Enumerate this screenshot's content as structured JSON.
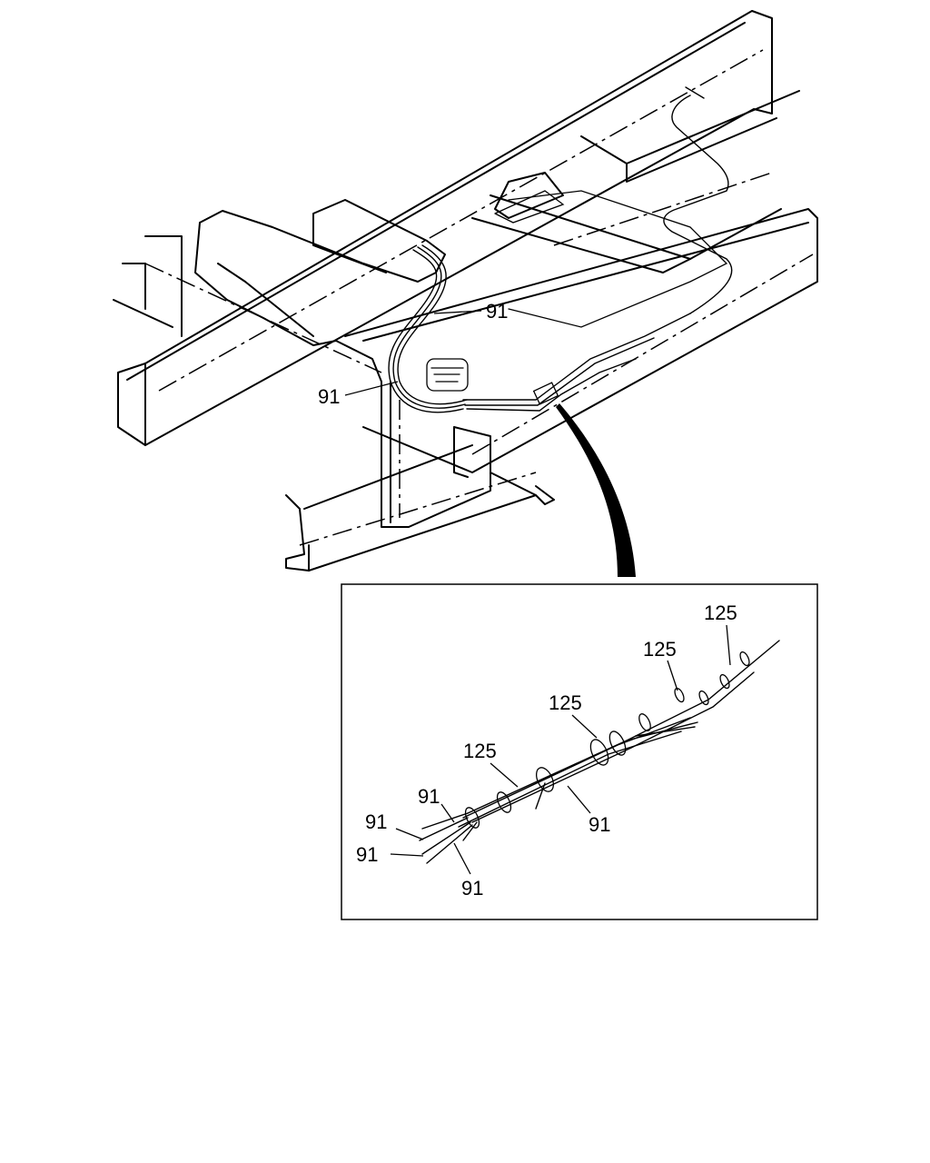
{
  "diagram": {
    "main_labels": [
      {
        "id": "hose-upper",
        "text": "91"
      },
      {
        "id": "hose-lower",
        "text": "91"
      }
    ],
    "detail_labels": [
      {
        "id": "clip-a",
        "text": "125"
      },
      {
        "id": "clip-b",
        "text": "125"
      },
      {
        "id": "clip-c",
        "text": "125"
      },
      {
        "id": "clip-d",
        "text": "125"
      },
      {
        "id": "hose-a",
        "text": "91"
      },
      {
        "id": "hose-b",
        "text": "91"
      },
      {
        "id": "hose-c",
        "text": "91"
      },
      {
        "id": "hose-d",
        "text": "91"
      },
      {
        "id": "hose-e",
        "text": "91"
      }
    ]
  }
}
